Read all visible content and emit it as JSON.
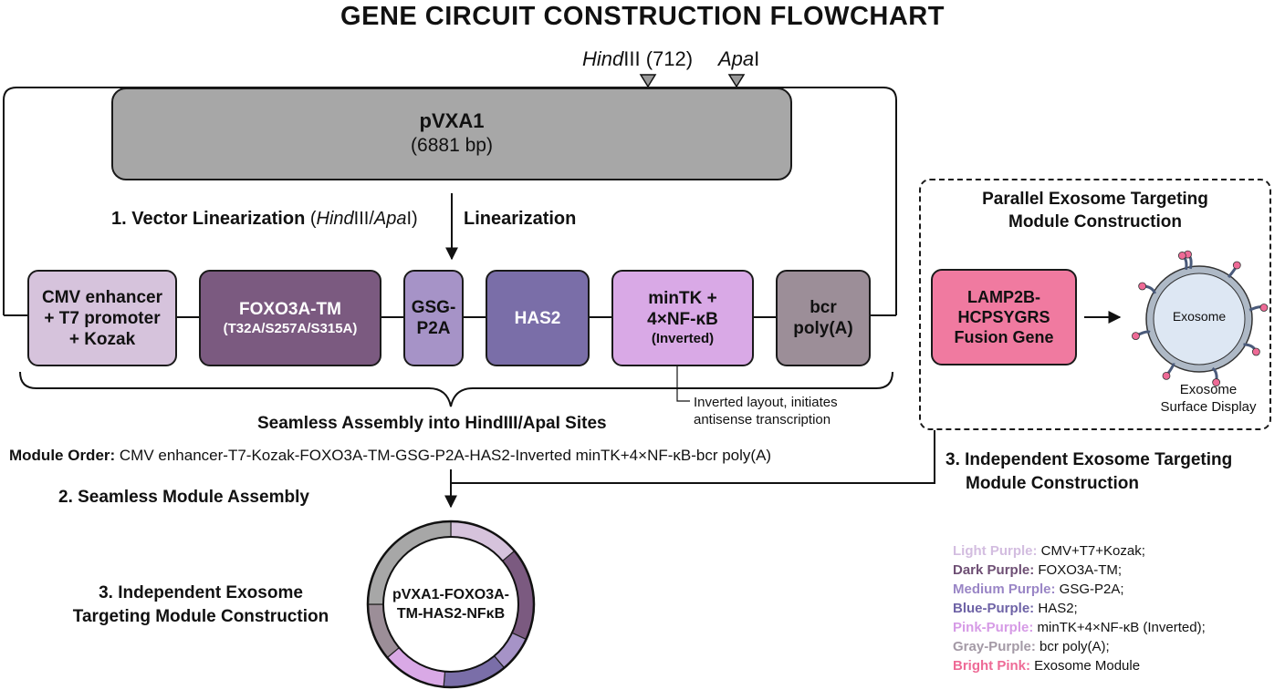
{
  "title": "GENE CIRCUIT CONSTRUCTION FLOWCHART",
  "sites": [
    {
      "italic": "Hind",
      "rest": "III (712)"
    },
    {
      "italic": "Apa",
      "rest": "I"
    }
  ],
  "vector": {
    "name": "pVXA1",
    "size": "(6881 bp)"
  },
  "step1": {
    "bold": "1. Vector Linearization",
    "p1": " (",
    "i1": "Hind",
    "p2": "III/",
    "i2": "Apa",
    "p3": "I)"
  },
  "linearization_label": "Linearization",
  "modules": [
    {
      "line1": "CMV enhancer",
      "line2": "+ T7 promoter",
      "line3": "+ Kozak",
      "color": "#d6c3dc"
    },
    {
      "line1": "FOXO3A-TM",
      "sub": "(T32A/S257A/S315A)",
      "color": "#7b5a80"
    },
    {
      "line1": "GSG-",
      "line2": "P2A",
      "color": "#a693c7"
    },
    {
      "line1": "HAS2",
      "color": "#7a6ea8"
    },
    {
      "line1": "minTK +",
      "line2": "4×NF-κB",
      "sub": "(Inverted)",
      "color": "#d9a9e6"
    },
    {
      "line1": "bcr",
      "line2": "poly(A)",
      "color": "#9c8e98"
    }
  ],
  "inverted_note": {
    "line1": "Inverted layout, initiates",
    "line2": "antisense transcription"
  },
  "assembly_label": "Seamless Assembly into HindIII/ApaI Sites",
  "module_order": {
    "label": "Module Order:",
    "text": " CMV enhancer-T7-Kozak-FOXO3A-TM-GSG-P2A-HAS2-Inverted minTK+4×NF-κB-bcr poly(A)"
  },
  "step2": "2. Seamless Module Assembly",
  "step3_left": {
    "line1": "3. Independent Exosome",
    "line2": "Targeting Module Construction"
  },
  "plasmid": {
    "line1": "pVXA1-FOXO3A-",
    "line2": "TM-HAS2-NFκB"
  },
  "parallel": {
    "title1": "Parallel Exosome Targeting",
    "title2": "Module Construction",
    "gene1": "LAMP2B-",
    "gene2": "HCPSYGRS",
    "gene3": "Fusion Gene",
    "exosome": "Exosome",
    "display1": "Exosome",
    "display2": "Surface Display"
  },
  "step3_right": {
    "line1": "3. Independent Exosome Targeting",
    "line2": "Module Construction"
  },
  "legend": [
    {
      "key": "Light Purple:",
      "value": " CMV+T7+Kozak;",
      "color": "#d3bde0"
    },
    {
      "key": "Dark Purple:",
      "value": " FOXO3A-TM;",
      "color": "#6e4f74"
    },
    {
      "key": "Medium Purple:",
      "value": " GSG-P2A;",
      "color": "#9a86c6"
    },
    {
      "key": "Blue-Purple:",
      "value": " HAS2;",
      "color": "#6e63a6"
    },
    {
      "key": "Pink-Purple:",
      "value": " minTK+4×NF-κB (Inverted);",
      "color": "#d69be6"
    },
    {
      "key": "Gray-Purple:",
      "value": " bcr poly(A);",
      "color": "#a49aa6"
    },
    {
      "key": "Bright Pink:",
      "value": " Exosome Module",
      "color": "#ee6a96"
    }
  ]
}
